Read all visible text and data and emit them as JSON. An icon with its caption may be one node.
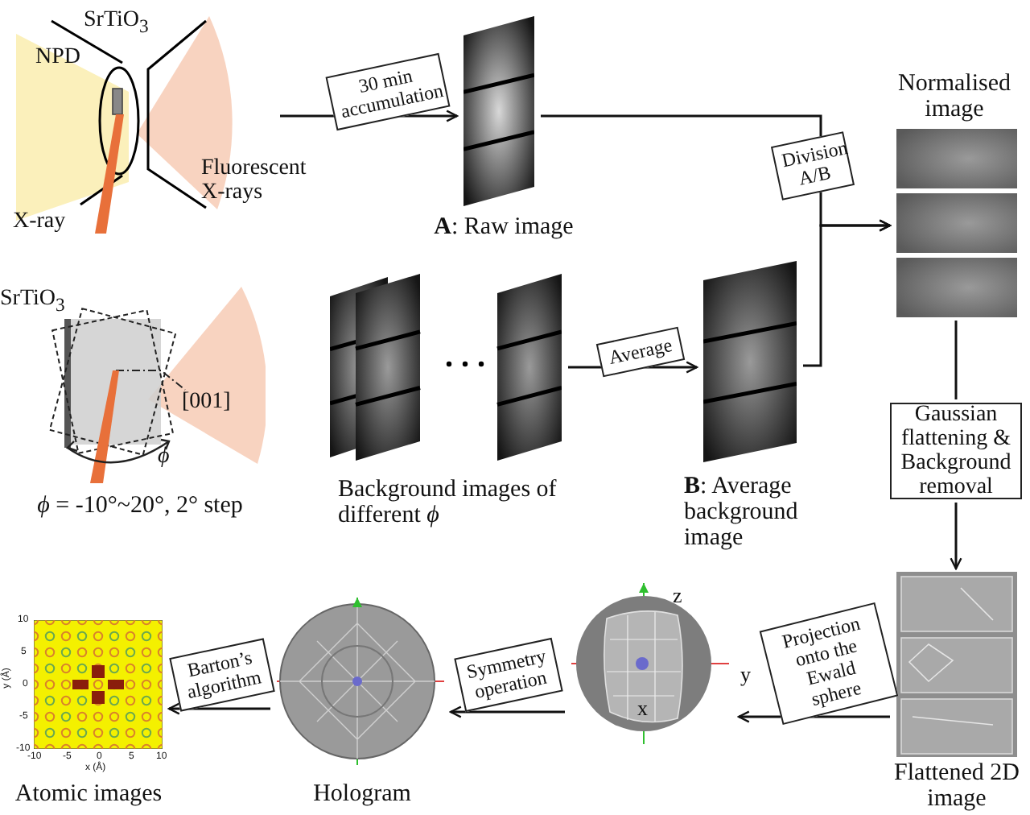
{
  "diagram": {
    "nodes": [
      {
        "text": [],
        "shape": "picture"
      },
      {
        "text": [],
        "shape": "picture",
        "beside": [
          "**A**: Raw image"
        ]
      },
      {
        "text": [],
        "shape": "picture",
        "beside": [
          "*ϕ* = -10°~20°, 2° step"
        ]
      },
      {
        "text": [],
        "shape": "picture",
        "beside": [
          "Background images of different *ϕ*"
        ]
      },
      {
        "text": [],
        "shape": "picture",
        "beside": [
          "**B**: Average background image"
        ]
      },
      {
        "text": [],
        "shape": "picture",
        "beside": [
          "Normalised image"
        ]
      },
      {
        "text": [
          "Gaussian flattening & Background removal"
        ]
      },
      {
        "text": [],
        "shape": "picture",
        "beside": [
          "Flattened 2D image"
        ]
      },
      {
        "text": [],
        "shape": "picture"
      },
      {
        "text": [],
        "shape": "picture",
        "beside": [
          "Hologram"
        ]
      },
      {
        "text": [],
        "shape": "picture",
        "beside": [
          "Atomic images"
        ]
      }
    ],
    "edges": [
      {
        "from": 0,
        "to": 1,
        "arrow": "to",
        "label": "30 min accumulation"
      },
      {
        "from": 3,
        "to": 4,
        "arrow": "to",
        "label": "Average"
      },
      {
        "from": 1,
        "to": 5,
        "arrow": "to",
        "label": "Division A/B"
      },
      {
        "from": 4,
        "to": 5,
        "arrow": "to"
      },
      {
        "from": 5,
        "to": 6,
        "arrow": "none"
      },
      {
        "from": 6,
        "to": 7,
        "arrow": "to"
      },
      {
        "from": 7,
        "to": 8,
        "arrow": "to",
        "label": "Projection onto the Ewald sphere"
      },
      {
        "from": 8,
        "to": 9,
        "arrow": "to",
        "label": "Symmetry operation"
      },
      {
        "from": 9,
        "to": 10,
        "arrow": "to",
        "label": "Barton’s algorithm"
      }
    ],
    "labels": [
      "SrTiO$_{3}$",
      "NPD",
      "Fluorescent X-rays",
      "X-ray",
      "SrTiO$_{3}$",
      "[001]",
      "ϕ",
      "z",
      "y",
      "x",
      "10",
      "5",
      "0",
      "-5",
      "-10",
      "-10",
      "-5",
      "0",
      "5",
      "10",
      "y (Å)",
      "x (Å)"
    ]
  }
}
